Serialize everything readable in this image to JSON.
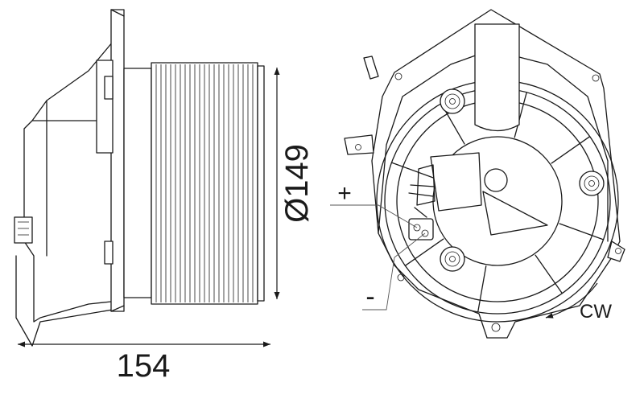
{
  "dimensions": {
    "width_label": "154",
    "diameter_label": "Ø149"
  },
  "terminals": {
    "positive": "+",
    "negative": "-"
  },
  "rotation": {
    "direction": "CW"
  },
  "colors": {
    "line": "#1a1a1a",
    "background": "#ffffff"
  }
}
